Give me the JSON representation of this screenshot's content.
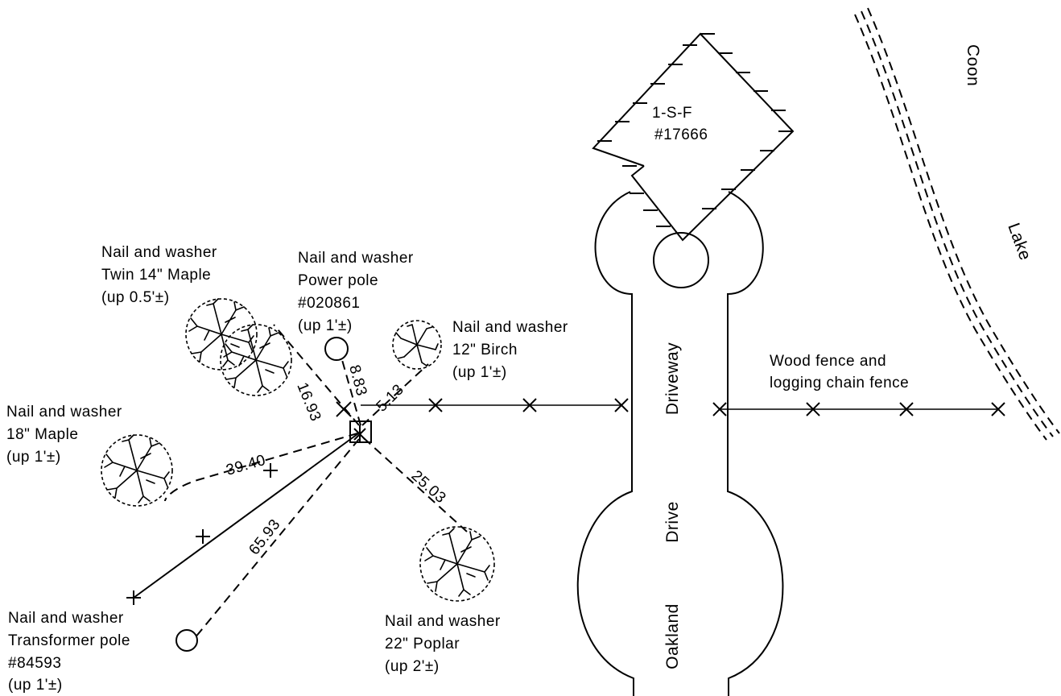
{
  "house": {
    "line1": "1-S-F",
    "line2": "#17666"
  },
  "water": {
    "word1": "Coon",
    "word2": "Lake"
  },
  "roads": {
    "driveway": "Driveway",
    "drive": "Drive",
    "oakland": "Oakland"
  },
  "fence": {
    "line1": "Wood fence and",
    "line2": "logging chain fence"
  },
  "benchmarks": {
    "maple14": {
      "line1": "Nail and washer",
      "line2": "Twin 14\" Maple",
      "line3": "(up 0.5'±)"
    },
    "power_pole": {
      "line1": "Nail and washer",
      "line2": "Power pole",
      "line3": "#020861",
      "line4": "(up 1'±)"
    },
    "birch": {
      "line1": "Nail and washer",
      "line2": "12\" Birch",
      "line3": "(up 1'±)"
    },
    "maple18": {
      "line1": "Nail and washer",
      "line2": "18\" Maple",
      "line3": "(up 1'±)"
    },
    "transformer": {
      "line1": "Nail and washer",
      "line2": "Transformer pole",
      "line3": "#84593",
      "line4": "(up 1'±)"
    },
    "poplar": {
      "line1": "Nail and washer",
      "line2": "22\" Poplar",
      "line3": "(up 2'±)"
    }
  },
  "distances": {
    "to_maple14": "16.93",
    "to_power_pole": "8.83",
    "to_birch": "5.13",
    "to_maple18": "39.40",
    "to_transformer": "65.93",
    "to_poplar": "25.03"
  }
}
